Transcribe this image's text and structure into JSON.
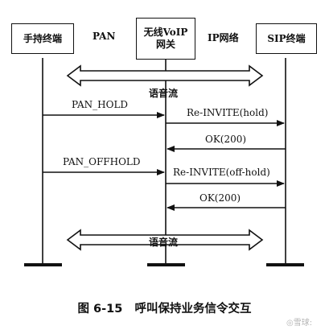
{
  "entities": [
    {
      "id": "handset",
      "label": "手持终端"
    },
    {
      "id": "gateway",
      "label_line1": "无线VoIP",
      "label_line2": "网关"
    },
    {
      "id": "sip",
      "label": "SIP终端"
    }
  ],
  "networks": {
    "left": "PAN",
    "right": "IP网络"
  },
  "voice_stream_label": "语音流",
  "messages": [
    {
      "label": "PAN_HOLD",
      "from": "handset",
      "to": "gateway"
    },
    {
      "label": "Re-INVITE(hold)",
      "from": "gateway",
      "to": "sip"
    },
    {
      "label": "OK(200)",
      "from": "sip",
      "to": "gateway"
    },
    {
      "label": "PAN_OFFHOLD",
      "from": "handset",
      "to": "gateway"
    },
    {
      "label": "Re-INVITE(off-hold)",
      "from": "gateway",
      "to": "sip"
    },
    {
      "label": "OK(200)",
      "from": "sip",
      "to": "gateway"
    }
  ],
  "caption": {
    "figure_number": "图 6-15",
    "title": "呼叫保持业务信令交互"
  },
  "watermark": "◎雪球:"
}
